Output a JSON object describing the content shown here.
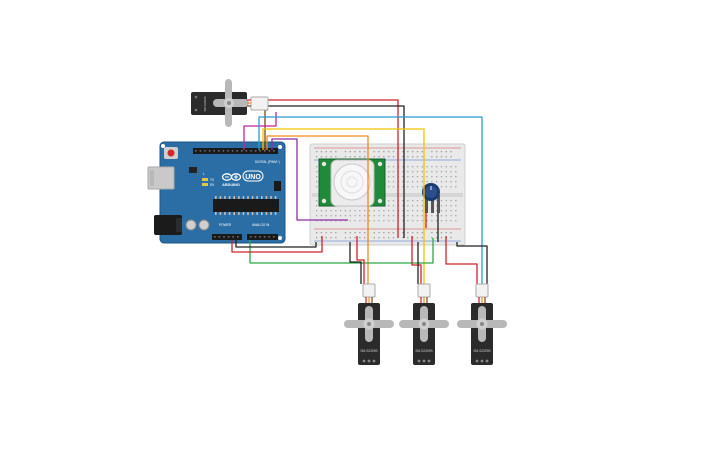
{
  "board": {
    "brand": "ARDUINO",
    "model": "UNO",
    "digital_label": "DIGITAL (PWM~)",
    "power_label": "POWER",
    "analog_label": "ANALOG IN",
    "tx_label": "TX",
    "rx_label": "RX",
    "l_label": "L",
    "on_label": "ON"
  },
  "servos": [
    {
      "model": "SM-S2309S"
    },
    {
      "model": "SM-S2309S"
    },
    {
      "model": "SM-S2309S"
    },
    {
      "model": "SM-S2309S"
    }
  ],
  "colors": {
    "board": "#2b6ea6",
    "breadboard": "#e6e6e6",
    "pir": "#1f8a3a",
    "servo_body": "#2b2b2b",
    "servo_horn": "#b8b8b8",
    "wire_red": "#d0202a",
    "wire_black": "#222222",
    "wire_yellow": "#f2c300",
    "wire_orange": "#f08a1c",
    "wire_green": "#2aa845",
    "wire_blue": "#2b9bd1",
    "wire_purple": "#8b2fa3",
    "wire_magenta": "#c2249b",
    "wire_brown": "#7a4a1a",
    "pot_knob": "#2c4f8c"
  }
}
